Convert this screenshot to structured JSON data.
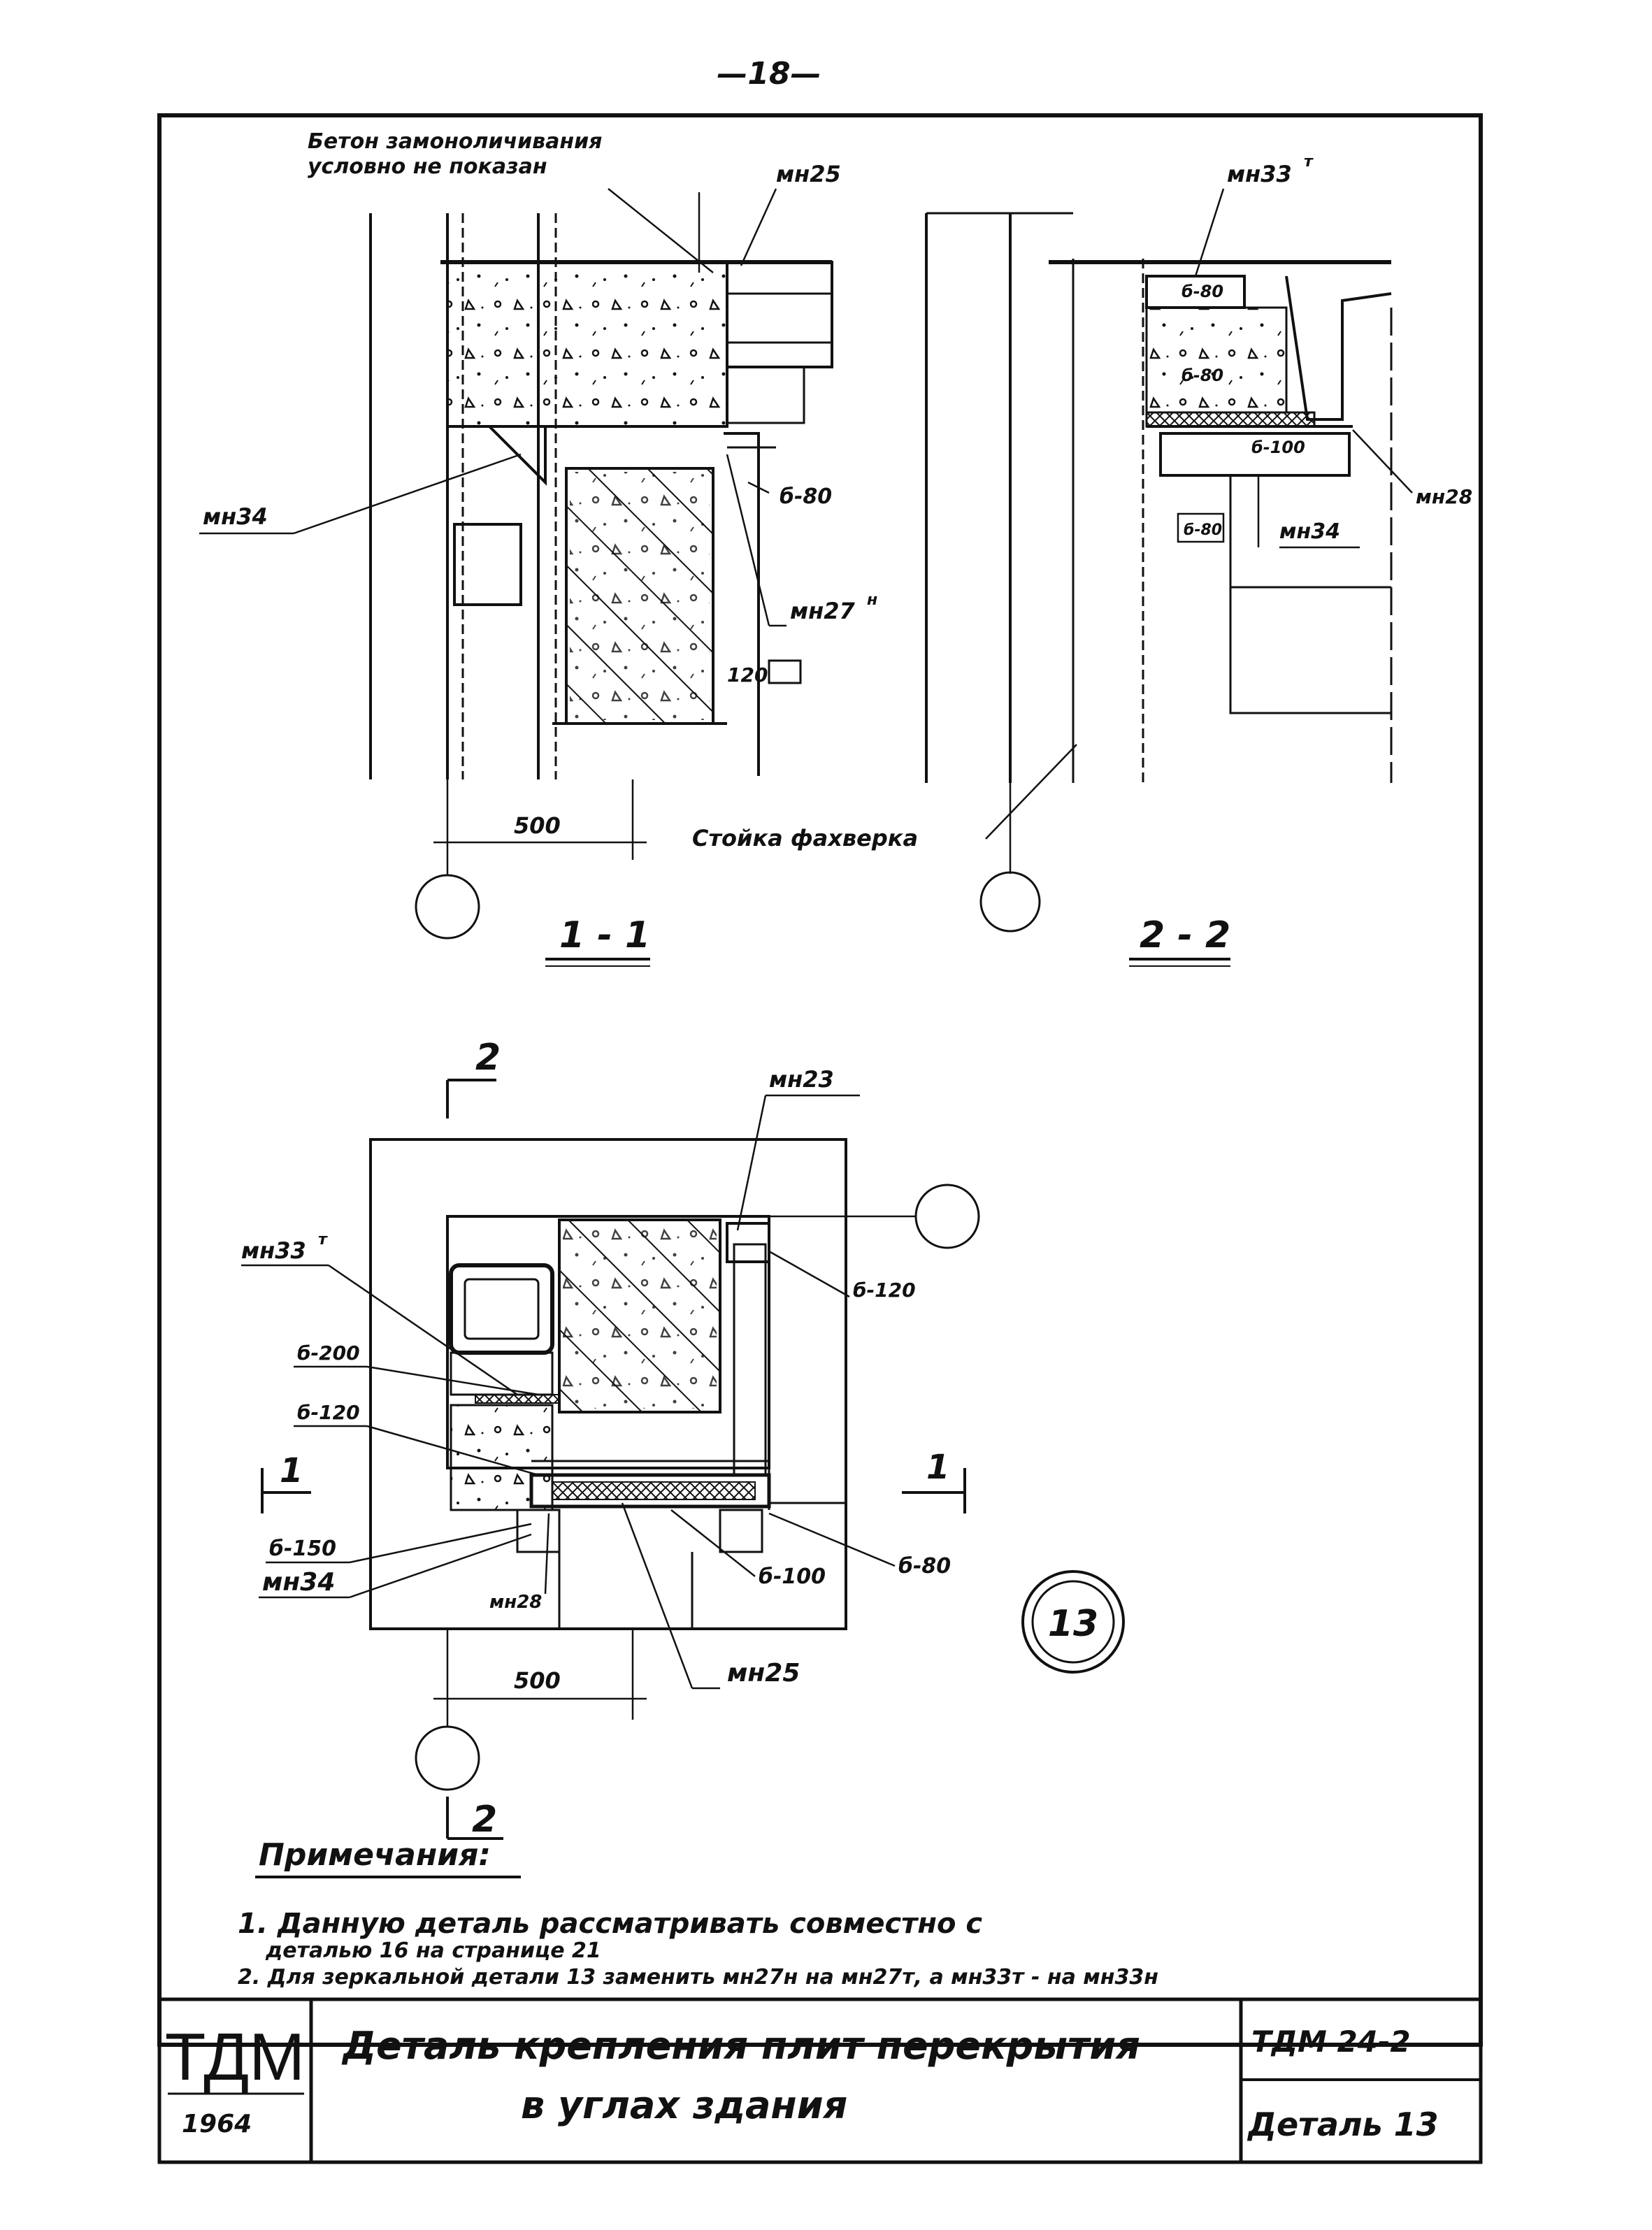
{
  "page_number": "—18—",
  "section_1": {
    "note_line1": "Бетон замоноличивания",
    "note_line2": "условно не показан",
    "labels": {
      "mn25": "мн25",
      "mn34": "мн34",
      "b80": "б-80",
      "mn27": "мн27",
      "mn27_sup": "н",
      "dim_120": "120",
      "dim_500": "500",
      "stoika": "Стойка фахверка"
    },
    "title": "1 - 1"
  },
  "section_2": {
    "labels": {
      "mn33": "мн33",
      "mn33_sup": "т",
      "b80_top": "б-80",
      "b80_mid": "б-80",
      "b100": "б-100",
      "b80_low": "б-80",
      "mn34": "мн34",
      "mn28": "мн28"
    },
    "title": "2 - 2"
  },
  "plan": {
    "labels": {
      "mn23": "мн23",
      "mn33": "мн33",
      "mn33_sup": "т",
      "b120_right": "б-120",
      "b200": "б-200",
      "b120_left": "б-120",
      "b150": "б-150",
      "mn34": "мн34",
      "mn28": "мн28",
      "b100": "б-100",
      "b80": "б-80",
      "mn25": "мн25",
      "dim_500": "500",
      "cut_2": "2",
      "cut_1": "1"
    },
    "detail_number": "13"
  },
  "notes": {
    "heading": "Примечания:",
    "line1": "1. Данную деталь рассматривать совместно с",
    "line1b": "деталью 16 на странице 21",
    "line2": "2. Для зеркальной детали 13 заменить мн27н на мн27т, а мн33т - на мн33н"
  },
  "title_block": {
    "org": "ТДМ",
    "year": "1964",
    "title_line1": "Деталь крепления плит перекрытия",
    "title_line2": "в углах здания",
    "code": "ТДМ 24-2",
    "sheet": "Деталь 13"
  }
}
